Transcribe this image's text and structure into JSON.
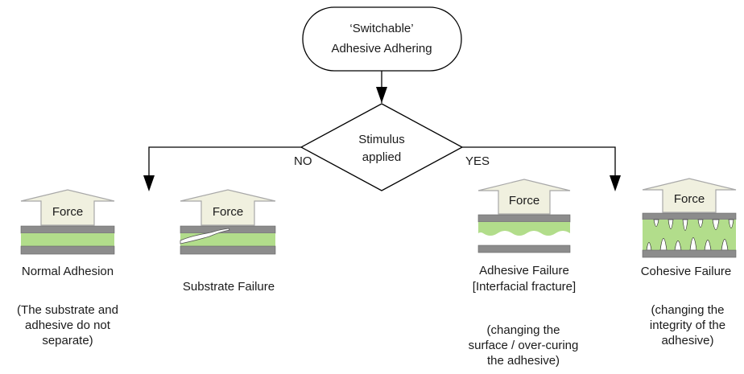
{
  "start_node": {
    "line1": "‘Switchable’",
    "line2": "Adhesive Adhering"
  },
  "decision": {
    "line1": "Stimulus",
    "line2": "applied",
    "no_label": "NO",
    "yes_label": "YES"
  },
  "force_label": "Force",
  "outcomes": [
    {
      "title": "Normal Adhesion",
      "note": "(The substrate and adhesive do not separate)"
    },
    {
      "title": "Substrate Failure",
      "note": ""
    },
    {
      "title": "Adhesive Failure",
      "subtitle": "[Interfacial fracture]",
      "note": "(changing the surface / over-curing the adhesive)"
    },
    {
      "title": "Cohesive Failure",
      "note": "(changing the integrity of the adhesive)"
    }
  ],
  "colors": {
    "arrow_fill": "#f0f0df",
    "arrow_stroke": "#a8a8a8",
    "substrate": "#8c8c8c",
    "adhesive": "#b2dd8b",
    "line": "#000000"
  }
}
